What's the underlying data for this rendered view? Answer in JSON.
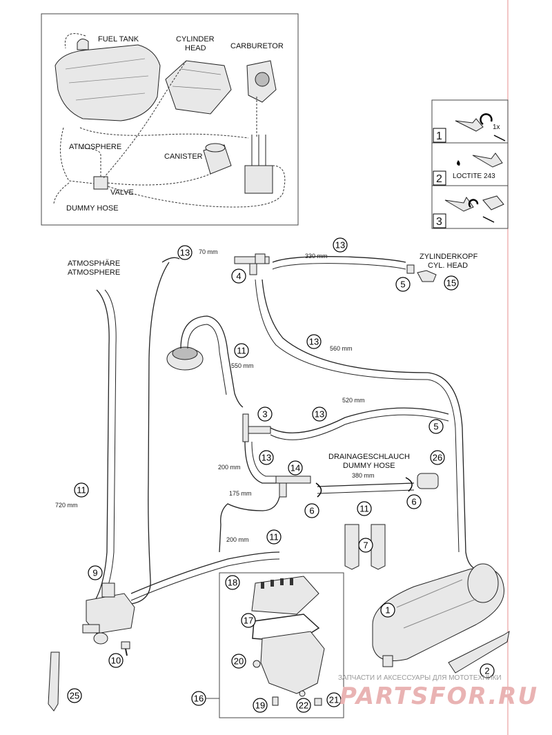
{
  "schematic": {
    "fuel_tank": "FUEL TANK",
    "cylinder_head_1": "CYLINDER",
    "cylinder_head_2": "HEAD",
    "carburetor": "CARBURETOR",
    "atmosphere": "ATMOSPHERE",
    "canister": "CANISTER",
    "valve": "VALVE",
    "dummy_hose": "DUMMY HOSE"
  },
  "steps": [
    {
      "number": "1",
      "text": "1x"
    },
    {
      "number": "2",
      "text": "LOCTITE 243"
    },
    {
      "number": "3",
      "text": ""
    }
  ],
  "labels": {
    "atmosphere_de": "ATMOSPHÄRE",
    "atmosphere_en": "ATMOSPHERE",
    "cyl_head_de": "ZYLINDERKOPF",
    "cyl_head_en": "CYL. HEAD",
    "drain_de": "DRAINAGESCHLAUCH",
    "drain_en": "DUMMY HOSE"
  },
  "dimensions": {
    "d70": "70 mm",
    "d330": "330 mm",
    "d560": "560 mm",
    "d550": "550 mm",
    "d520": "520 mm",
    "d200a": "200 mm",
    "d175": "175 mm",
    "d380": "380 mm",
    "d720": "720 mm",
    "d200b": "200 mm"
  },
  "callouts": {
    "c1": "1",
    "c2": "2",
    "c3": "3",
    "c4": "4",
    "c5a": "5",
    "c5b": "5",
    "c6a": "6",
    "c6b": "6",
    "c7": "7",
    "c9": "9",
    "c10": "10",
    "c11a": "11",
    "c11b": "11",
    "c11c": "11",
    "c11d": "11",
    "c13a": "13",
    "c13b": "13",
    "c13c": "13",
    "c13d": "13",
    "c13e": "13",
    "c14": "14",
    "c15": "15",
    "c16": "16",
    "c17": "17",
    "c18": "18",
    "c19": "19",
    "c20": "20",
    "c21": "21",
    "c22": "22",
    "c25": "25",
    "c26": "26"
  },
  "watermark": {
    "line1": "ЗАПЧАСТИ И АКСЕССУАРЫ ДЛЯ МОТОТЕХНИКИ",
    "line2": "PARTSFOR.RU"
  },
  "colors": {
    "margin_line": "#e8a0a0",
    "watermark": "#e9b3b3"
  }
}
